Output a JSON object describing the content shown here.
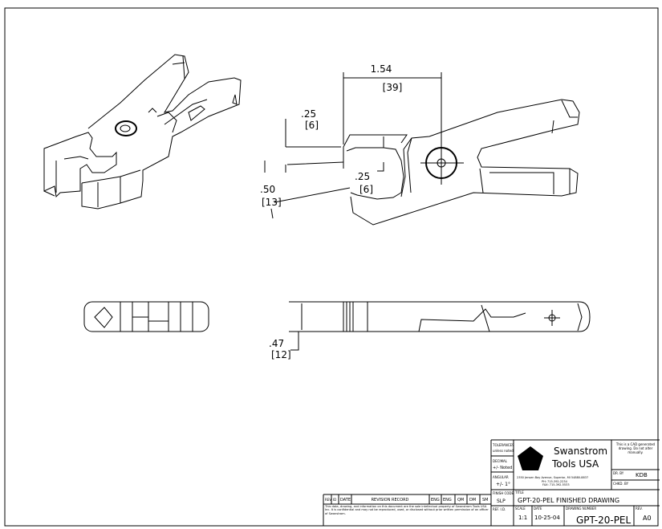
{
  "dimensions": {
    "width_in": "1.54",
    "width_mm": "[39]",
    "upper_in": ".25",
    "upper_mm": "[6]",
    "inner_in": ".25",
    "inner_mm": "[6]",
    "opening_in": ".50",
    "opening_mm": "[13]",
    "thickness_in": ".47",
    "thickness_mm": "[12]"
  },
  "title_block": {
    "tolerance_label": "TOLERANCES",
    "tolerance_text": "unless noted",
    "decimal_label": "DECIMAL",
    "decimal_value": "+/- Noted",
    "angular_label": "ANGULAR",
    "angular_value": "+/- 1°",
    "finish_label": "FINISH CODE",
    "finish_value": "SLP",
    "ref_label": "REF. I.D.",
    "company_line1": "Swanstrom",
    "company_line2": "Tools USA",
    "company_address": "2350 Jensen Bay Avenue, Superior, MI 54880-8837",
    "company_phone": "PH: 715-392-2234",
    "company_fax": "FAX: 715-392-5533",
    "cad_note": "This is a CAD generated drawing. Do not alter manually.",
    "dr_by_label": "DR. BY",
    "dr_by_value": "KDB",
    "chkd_by_label": "CHKD. BY",
    "title_label": "TITLE",
    "title_value": "GPT-20-PEL FINISHED DRAWING",
    "scale_label": "SCALE",
    "scale_value": "1:1",
    "date_label": "DATE",
    "date_value": "10-25-04",
    "drawing_number_label": "DRAWING NUMBER",
    "drawing_number_value": "GPT-20-PEL",
    "rev_label": "REV.",
    "rev_value": "A0"
  },
  "revision_block": {
    "headers": [
      "REV",
      "ID",
      "DATE",
      "REVISION RECORD",
      "ENG",
      "ENG",
      "QM",
      "DM",
      "SM"
    ],
    "notice": "This data, drawing, and information on this document are the sole intellectual property of Swanstrom Tools USA Inc. It is confidential and may not be reproduced, used, or disclosed without prior written permission of an officer of Swanstrom."
  }
}
